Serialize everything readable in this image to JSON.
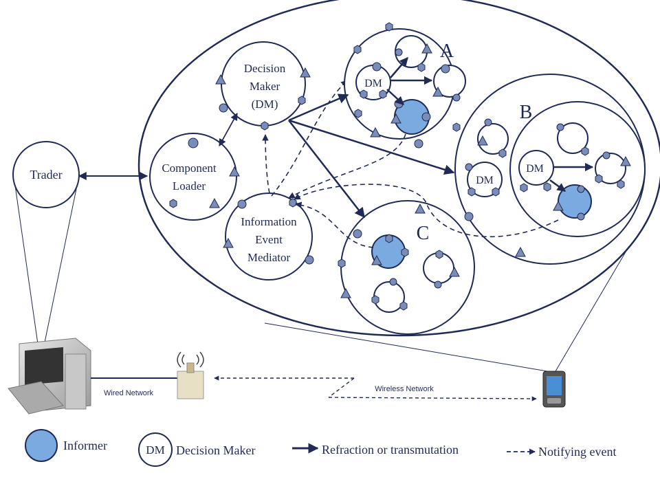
{
  "labels": {
    "trader": "Trader",
    "dm_line1": "Decision",
    "dm_line2": "Maker",
    "dm_line3": "(DM)",
    "cl_line1": "Component",
    "cl_line2": "Loader",
    "iem_line1": "Information",
    "iem_line2": "Event",
    "iem_line3": "Mediator",
    "cluster_a": "A",
    "cluster_b": "B",
    "cluster_c": "C",
    "dm_small": "DM",
    "wired_network": "Wired Network",
    "wireless_network": "Wireless Network"
  },
  "legend": {
    "informer": "Informer",
    "dm_abbrev": "DM",
    "decision_maker": "Decision Maker",
    "refraction": "Refraction or transmutation",
    "notifying": "Notifying event"
  },
  "colors": {
    "stroke": "#1f2a55",
    "node_fill": "#7a8cb8",
    "informer_fill": "#7aaae0"
  },
  "icons": [
    "desktop-computer-icon",
    "wireless-access-point-icon",
    "pda-device-icon"
  ]
}
